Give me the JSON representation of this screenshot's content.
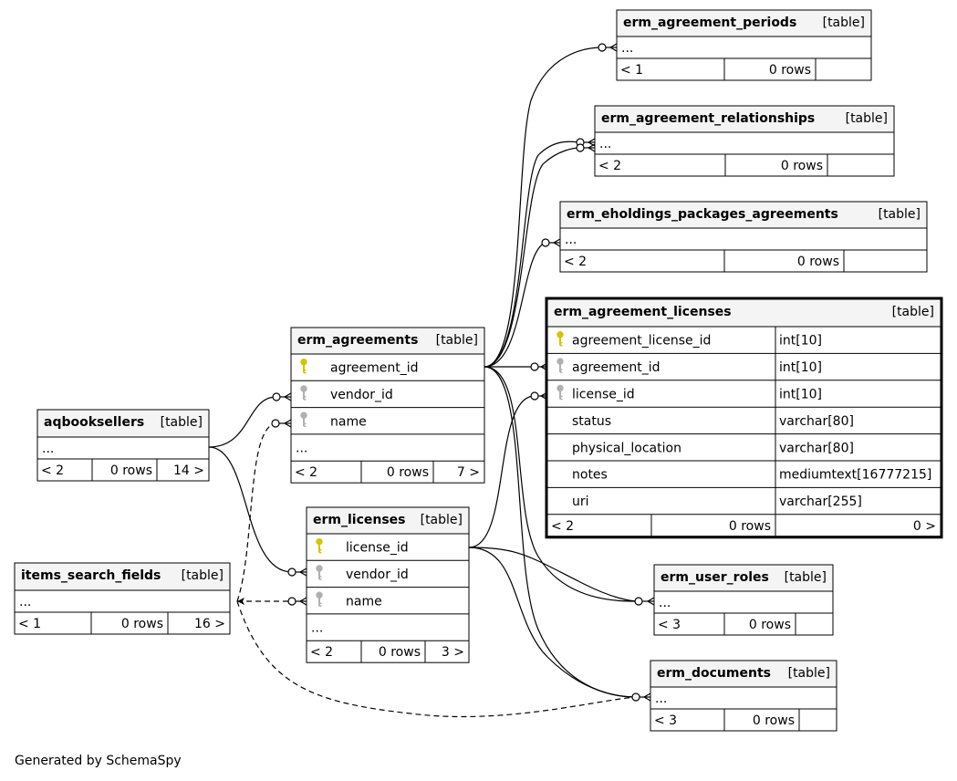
{
  "tables": [
    {
      "id": "erm_agreement_periods",
      "name": "erm_agreement_periods",
      "type": "[table]",
      "rows": [
        {
          "text": "..."
        }
      ],
      "footer": [
        "< 1",
        "0 rows",
        ""
      ]
    },
    {
      "id": "erm_agreement_relationships",
      "name": "erm_agreement_relationships",
      "type": "[table]",
      "rows": [
        {
          "text": "..."
        }
      ],
      "footer": [
        "< 2",
        "0 rows",
        ""
      ]
    },
    {
      "id": "erm_eholdings_packages_agreements",
      "name": "erm_eholdings_packages_agreements",
      "type": "[table]",
      "rows": [
        {
          "text": "..."
        }
      ],
      "footer": [
        "< 2",
        "0 rows",
        ""
      ]
    },
    {
      "id": "erm_agreement_licenses",
      "name": "erm_agreement_licenses",
      "type": "[table]",
      "rows": [
        {
          "text": "agreement_license_id",
          "dtype": "int[10]",
          "key": "primary-key"
        },
        {
          "text": "agreement_id",
          "dtype": "int[10]",
          "key": "foreign-key"
        },
        {
          "text": "license_id",
          "dtype": "int[10]",
          "key": "foreign-key"
        },
        {
          "text": "status",
          "dtype": "varchar[80]"
        },
        {
          "text": "physical_location",
          "dtype": "varchar[80]"
        },
        {
          "text": "notes",
          "dtype": "mediumtext[16777215]"
        },
        {
          "text": "uri",
          "dtype": "varchar[255]"
        }
      ],
      "footer": [
        "< 2",
        "0 rows",
        "0 >"
      ]
    },
    {
      "id": "erm_agreements",
      "name": "erm_agreements",
      "type": "[table]",
      "rows": [
        {
          "text": "agreement_id",
          "key": "primary-key"
        },
        {
          "text": "vendor_id",
          "key": "foreign-key"
        },
        {
          "text": "name",
          "key": "foreign-key"
        },
        {
          "text": "..."
        }
      ],
      "footer": [
        "< 2",
        "0 rows",
        "7 >"
      ]
    },
    {
      "id": "aqbooksellers",
      "name": "aqbooksellers",
      "type": "[table]",
      "rows": [
        {
          "text": "..."
        }
      ],
      "footer": [
        "< 2",
        "0 rows",
        "14 >"
      ]
    },
    {
      "id": "erm_licenses",
      "name": "erm_licenses",
      "type": "[table]",
      "rows": [
        {
          "text": "license_id",
          "key": "primary-key"
        },
        {
          "text": "vendor_id",
          "key": "foreign-key"
        },
        {
          "text": "name",
          "key": "foreign-key"
        },
        {
          "text": "..."
        }
      ],
      "footer": [
        "< 2",
        "0 rows",
        "3 >"
      ]
    },
    {
      "id": "items_search_fields",
      "name": "items_search_fields",
      "type": "[table]",
      "rows": [
        {
          "text": "..."
        }
      ],
      "footer": [
        "< 1",
        "0 rows",
        "16 >"
      ]
    },
    {
      "id": "erm_user_roles",
      "name": "erm_user_roles",
      "type": "[table]",
      "rows": [
        {
          "text": "..."
        }
      ],
      "footer": [
        "< 3",
        "0 rows",
        ""
      ]
    },
    {
      "id": "erm_documents",
      "name": "erm_documents",
      "type": "[table]",
      "rows": [
        {
          "text": "..."
        }
      ],
      "footer": [
        "< 3",
        "0 rows",
        ""
      ]
    }
  ],
  "relationships": [
    {
      "from": "erm_agreements.agreement_id",
      "to": "erm_agreement_periods"
    },
    {
      "from": "erm_agreements.agreement_id",
      "to": "erm_agreement_relationships"
    },
    {
      "from": "erm_agreements.agreement_id",
      "to": "erm_agreement_relationships"
    },
    {
      "from": "erm_agreements.agreement_id",
      "to": "erm_eholdings_packages_agreements"
    },
    {
      "from": "erm_agreements.agreement_id",
      "to": "erm_agreement_licenses.agreement_id"
    },
    {
      "from": "erm_agreements.agreement_id",
      "to": "erm_user_roles"
    },
    {
      "from": "erm_agreements.agreement_id",
      "to": "erm_documents"
    },
    {
      "from": "erm_licenses.license_id",
      "to": "erm_agreement_licenses.license_id"
    },
    {
      "from": "erm_licenses.license_id",
      "to": "erm_user_roles"
    },
    {
      "from": "erm_licenses.license_id",
      "to": "erm_documents"
    },
    {
      "from": "aqbooksellers",
      "to": "erm_agreements.vendor_id"
    },
    {
      "from": "aqbooksellers",
      "to": "erm_licenses.vendor_id"
    },
    {
      "from": "items_search_fields",
      "to": "erm_agreements.name",
      "style": "implied"
    },
    {
      "from": "items_search_fields",
      "to": "erm_licenses.name",
      "style": "implied"
    },
    {
      "from": "items_search_fields",
      "to": "erm_documents",
      "style": "implied"
    }
  ],
  "colors": {
    "primary_key": "#d4c400",
    "foreign_key": "#b0b0b0",
    "header_bg": "#f4f4f4",
    "line": "#000000"
  },
  "footer_text": "Generated by SchemaSpy"
}
